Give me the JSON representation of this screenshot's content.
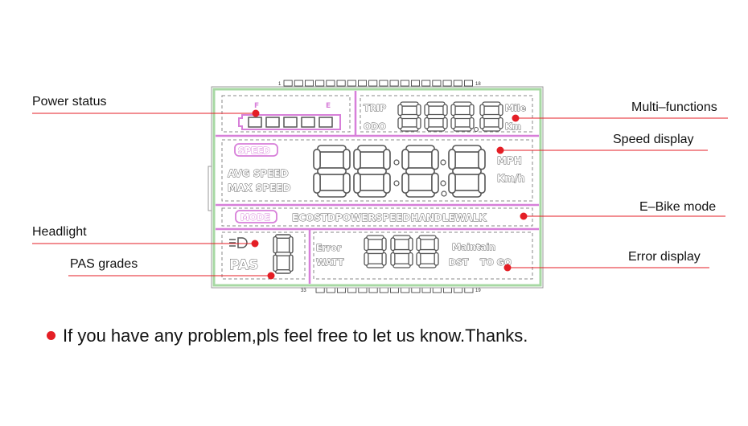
{
  "callouts": {
    "power_status": "Power status",
    "multi_functions": "Multi–functions",
    "speed_display": "Speed display",
    "e_bike_mode": "E–Bike mode",
    "headlight": "Headlight",
    "pas_grades": "PAS grades",
    "error_display": "Error display"
  },
  "lcd": {
    "pin_labels": {
      "top_left": "1",
      "top_right": "18",
      "bottom_left": "33",
      "bottom_right": "19"
    },
    "battery": {
      "full_label": "F",
      "empty_label": "E",
      "segments": 5
    },
    "trip_label": "TRIP",
    "odo_label": "ODO",
    "mile_label": "Mile",
    "km_label": "Km",
    "speed_badge": "SPEED",
    "avg_speed": "AVG SPEED",
    "max_speed": "MAX SPEED",
    "mph": "MPH",
    "kmh": "Km/h",
    "mode_badge": "MODE",
    "modes": [
      "ECO",
      "STD",
      "POWER",
      "SPEED",
      "HANDLE",
      "WALK"
    ],
    "pas_label": "PAS",
    "error_label": "Error",
    "watt_label": "WATT",
    "maintain_label": "Maintain",
    "dst_label": "DST",
    "to_go_label": "TO GO"
  },
  "footer": {
    "message": "If you have any problem,pls feel free to let us know.Thanks."
  },
  "colors": {
    "accent_red": "#e41e25",
    "lcd_border_green": "#a7d8a3",
    "lcd_divider_pink": "#d77fd9",
    "dashed_gray": "#888888",
    "segment_outline": "#555555"
  }
}
